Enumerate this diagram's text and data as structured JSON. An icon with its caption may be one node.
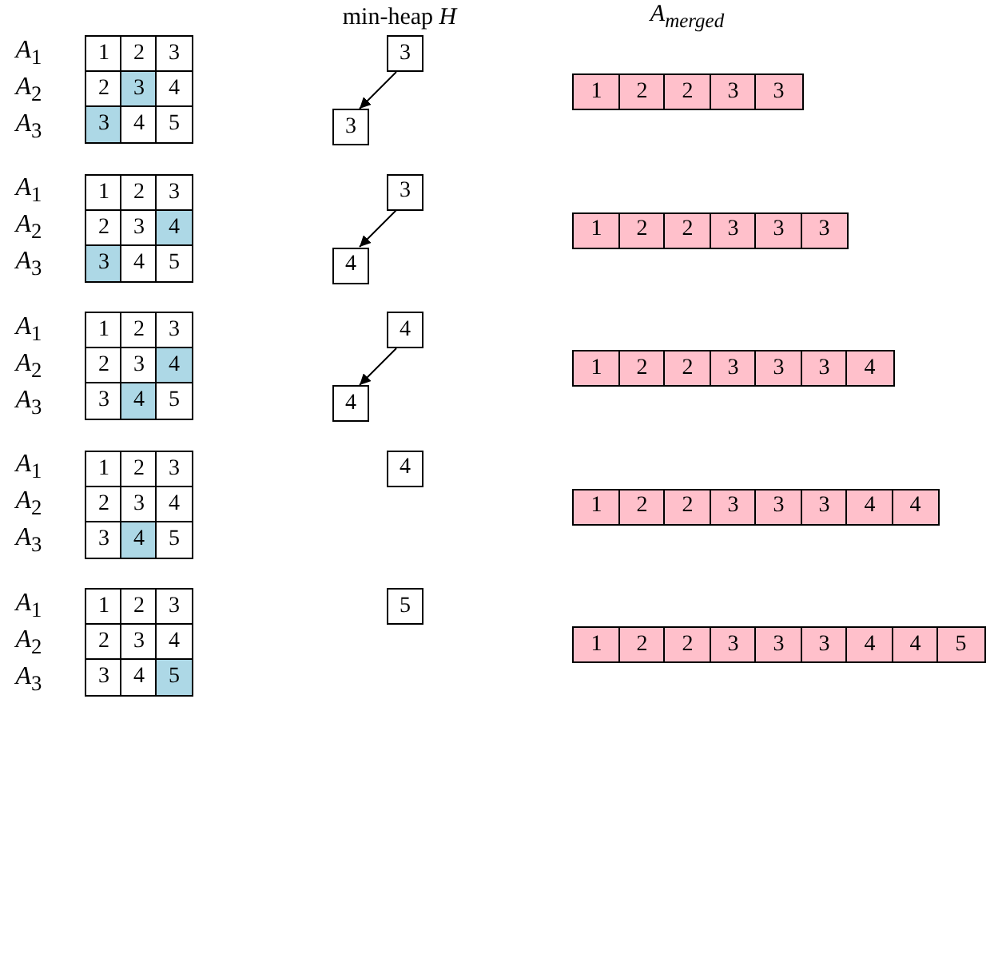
{
  "diagram": {
    "nodes": [
      {
        "text": [
          "3"
        ]
      },
      {
        "text": [
          "3"
        ]
      },
      {
        "text": [
          "3"
        ]
      },
      {
        "text": [
          "4"
        ]
      },
      {
        "text": [
          "4"
        ]
      },
      {
        "text": [
          "4"
        ]
      },
      {
        "text": [
          "4"
        ]
      },
      {
        "text": [
          "5"
        ]
      }
    ],
    "edges": [
      {
        "from": 0,
        "to": 1,
        "arrow": "to"
      },
      {
        "from": 2,
        "to": 3,
        "arrow": "to"
      },
      {
        "from": 4,
        "to": 5,
        "arrow": "to"
      }
    ],
    "labels": [
      "min-heap *H*",
      "A$_{merged}$",
      "*A*$_{1}$",
      "1",
      "2",
      "3",
      "*A*$_{2}$",
      "2",
      "3",
      "4",
      "1",
      "2",
      "2",
      "3",
      "3",
      "*A*$_{3}$",
      "3",
      "4",
      "5",
      "*A*$_{1}$",
      "1",
      "2",
      "3",
      "*A*$_{2}$",
      "2",
      "3",
      "4",
      "1",
      "2",
      "2",
      "3",
      "3",
      "3",
      "*A*$_{3}$",
      "3",
      "4",
      "5",
      "*A*$_{1}$",
      "1",
      "2",
      "3",
      "*A*$_{2}$",
      "2",
      "3",
      "4",
      "1",
      "2",
      "2",
      "3",
      "3",
      "3",
      "4",
      "*A*$_{3}$",
      "3",
      "4",
      "5",
      "*A*$_{1}$",
      "1",
      "2",
      "3",
      "*A*$_{2}$",
      "2",
      "3",
      "4",
      "1",
      "2",
      "2",
      "3",
      "3",
      "3",
      "4",
      "4",
      "*A*$_{3}$",
      "3",
      "4",
      "5",
      "*A*$_{1}$",
      "1",
      "2",
      "3",
      "*A*$_{2}$",
      "2",
      "3",
      "4",
      "1",
      "2",
      "2",
      "3",
      "3",
      "3",
      "4",
      "4",
      "5",
      "*A*$_{3}$",
      "3",
      "4",
      "5"
    ]
  }
}
